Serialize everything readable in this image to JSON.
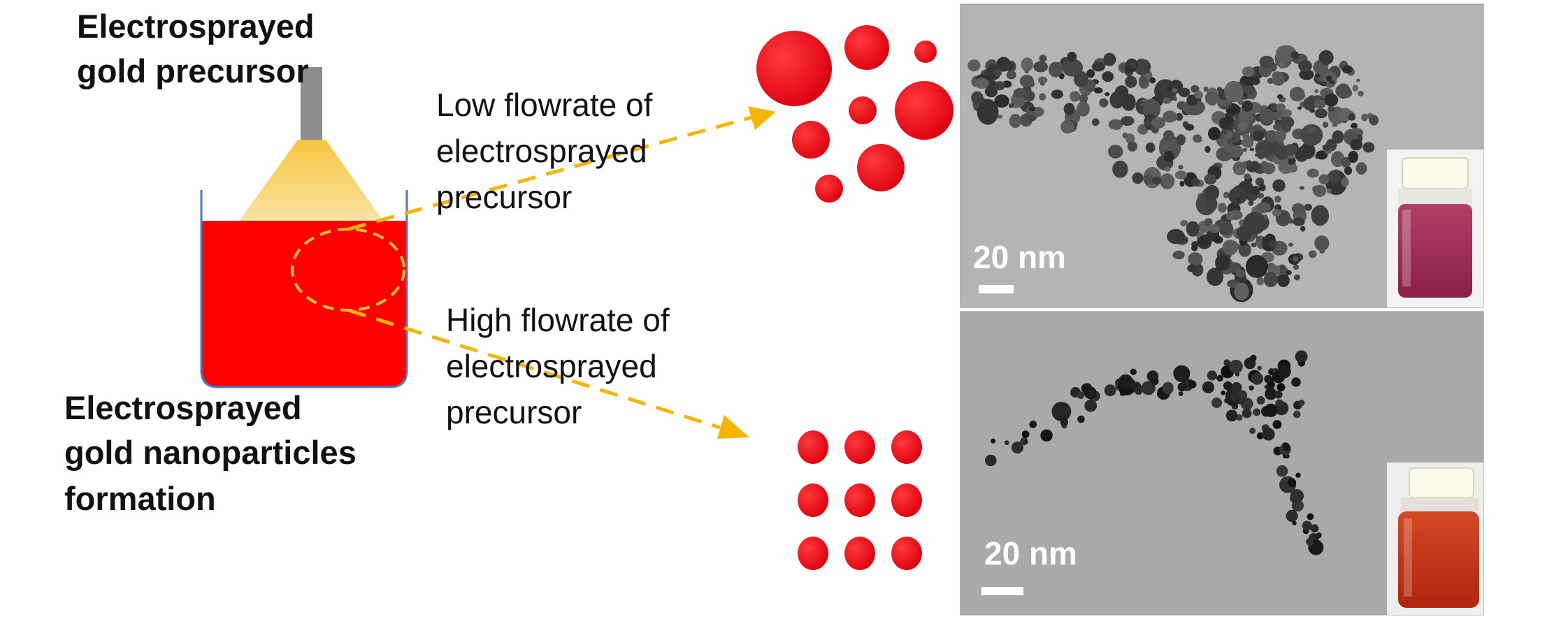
{
  "labels": {
    "precursor_line1": "Electrosprayed",
    "precursor_line2": "gold precursor",
    "formation_line1": "Electrosprayed",
    "formation_line2": "gold nanoparticles",
    "formation_line3": "formation",
    "low_line1": "Low flowrate of",
    "low_line2": "electrosprayed",
    "low_line3": "precursor",
    "high_line1": "High flowrate of",
    "high_line2": "electrosprayed",
    "high_line3": "precursor"
  },
  "tem": {
    "top_scale": "20 nm",
    "bottom_scale": "20 nm"
  },
  "colors": {
    "solution": "#ff0000",
    "spray": "#f8d47a",
    "arrow": "#f4b400",
    "beaker": "#4a78c8",
    "nozzle": "#8c8c8c",
    "particle": "#e8000f",
    "tem_background": "#b4b4b4",
    "vial_low": "#9a2550",
    "vial_high": "#c43016"
  }
}
